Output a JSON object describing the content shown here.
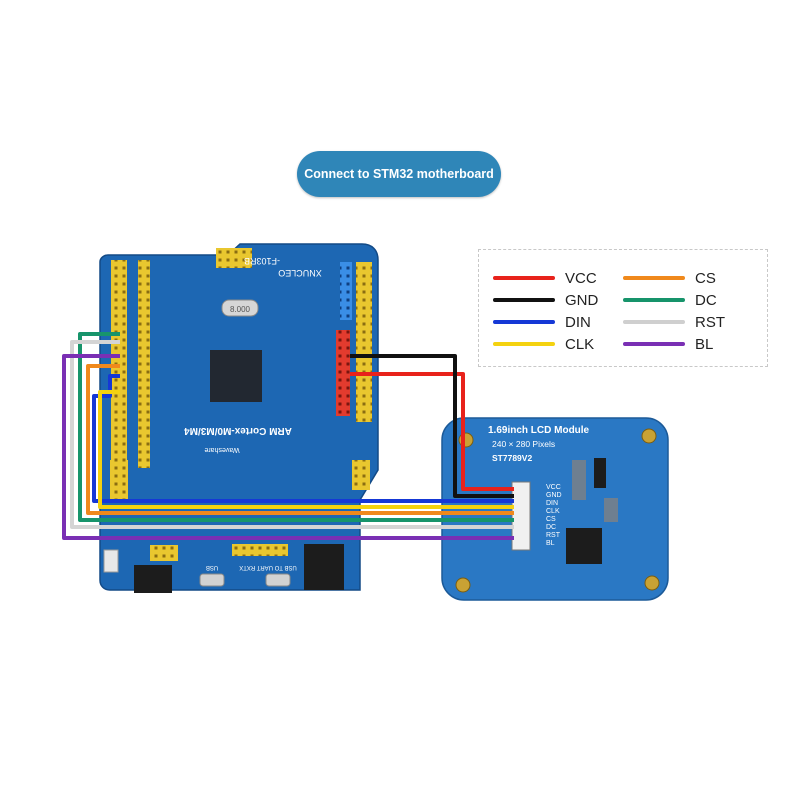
{
  "title": "Connect to STM32 motherboard",
  "legend": [
    {
      "label": "VCC",
      "color": "#e8221b"
    },
    {
      "label": "GND",
      "color": "#111111"
    },
    {
      "label": "DIN",
      "color": "#1538d6"
    },
    {
      "label": "CLK",
      "color": "#f4d20f"
    },
    {
      "label": "CS",
      "color": "#f0891c"
    },
    {
      "label": "DC",
      "color": "#17946b"
    },
    {
      "label": "RST",
      "color": "#cfcfcf"
    },
    {
      "label": "BL",
      "color": "#7a2fb4"
    }
  ],
  "board": {
    "title": "ARM Cortex-M0/M3/M4",
    "model": "XNUCLEO",
    "chip_label": "-F103RB",
    "brand": "Waveshare",
    "crystal": "8.000",
    "usb_labels": [
      "USB",
      "USB TO UART RXTX"
    ]
  },
  "module": {
    "name": "1.69inch LCD Module",
    "resolution": "240 × 280 Pixels",
    "driver": "ST7789V2",
    "pins": [
      "VCC",
      "GND",
      "DIN",
      "CLK",
      "CS",
      "DC",
      "RST",
      "BL"
    ]
  },
  "colors": {
    "board_blue": "#1d67b3",
    "module_blue": "#2a78c4",
    "header_yellow": "#e9c72f",
    "title_pill": "#2f86b8"
  }
}
